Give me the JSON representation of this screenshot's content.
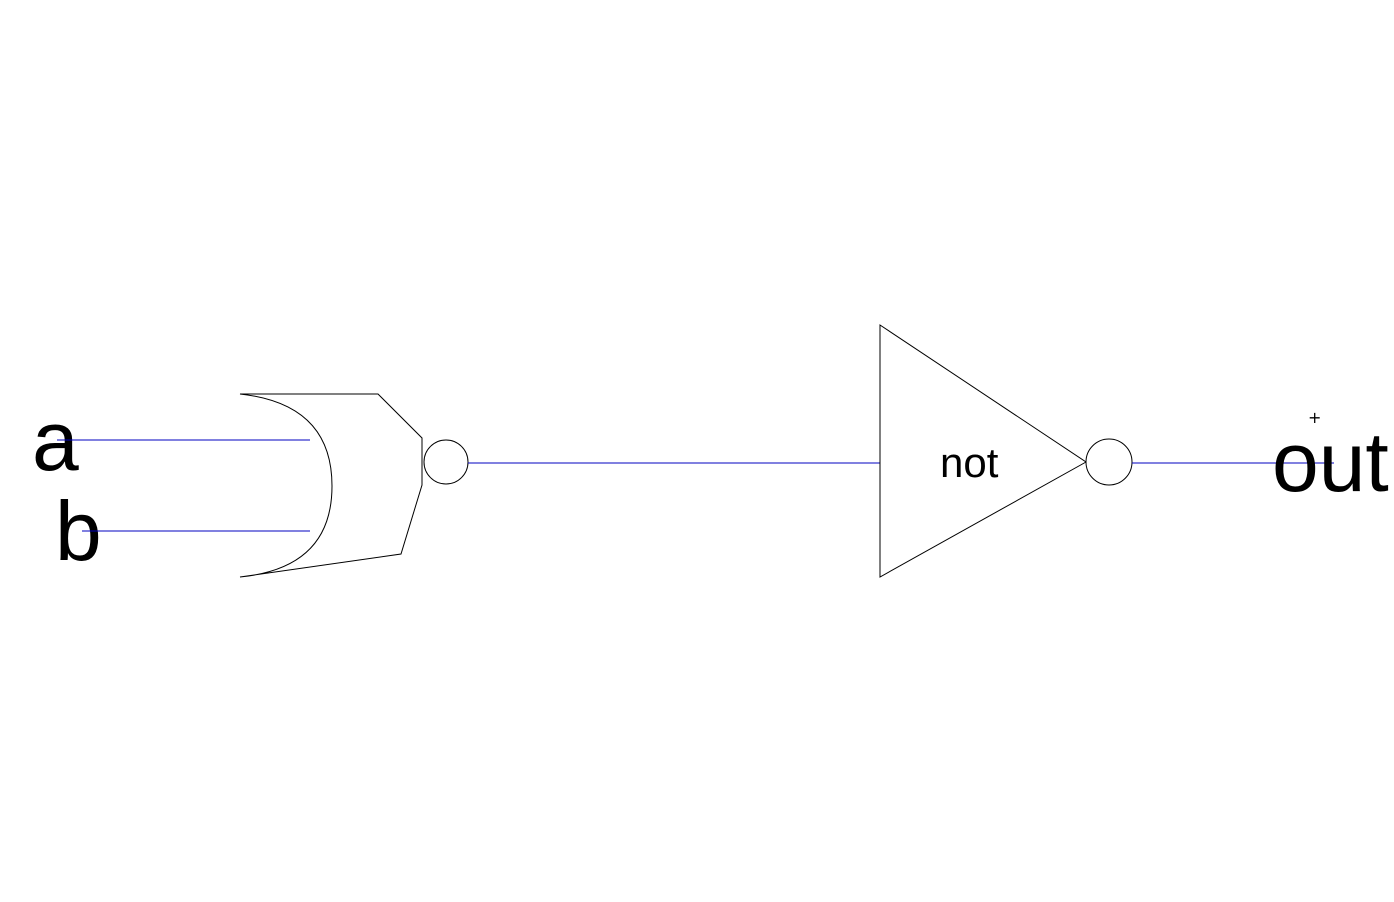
{
  "inputs": {
    "a_label": "a",
    "b_label": "b"
  },
  "gates": {
    "nor": {
      "kind": "NOR"
    },
    "not": {
      "label": "not"
    }
  },
  "output": {
    "label": "out",
    "marker": "+"
  },
  "colors": {
    "wire": "#0000c0",
    "outline": "#000000",
    "background": "#ffffff"
  }
}
